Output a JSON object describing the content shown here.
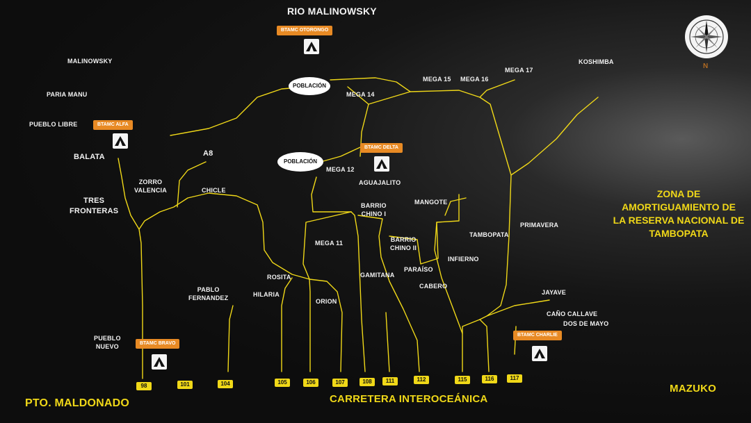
{
  "map": {
    "title": "RIO MALINOWSKY",
    "zone_lines": [
      "ZONA DE",
      "AMORTIGUAMIENTO DE",
      "LA RESERVA NACIONAL DE",
      "TAMBOPATA"
    ],
    "highway": "CARRETERA INTEROCEÁNICA",
    "city_left": "PTO. MALDONADO",
    "city_right": "MAZUKO",
    "north_label": "N",
    "colors": {
      "road": "#f0d818",
      "label_yellow": "#f0d818",
      "base_badge": "#e88a24",
      "background": "#0d0d0d"
    },
    "places": {
      "malinowsky": "MALINOWSKY",
      "paria_manu": "PARIA MANU",
      "pueblo_libre": "PUEBLO LIBRE",
      "balata": "BALATA",
      "zorro": "ZORRO",
      "valencia": "VALENCIA",
      "a8": "A8",
      "tres": "TRES",
      "fronteras": "FRONTERAS",
      "chicle": "CHICLE",
      "mega14": "MEGA 14",
      "mega15": "MEGA 15",
      "mega16": "MEGA 16",
      "mega17": "MEGA 17",
      "koshimba": "KOSHIMBA",
      "mega12": "MEGA 12",
      "aguajalito": "AGUAJALITO",
      "barrio": "BARRIO",
      "chino_i": "CHINO I",
      "mangote": "MANGOTE",
      "mega11": "MEGA 11",
      "barrio2": "BARRIO",
      "chino_ii": "CHINO II",
      "tambopata": "TAMBOPATA",
      "primavera": "PRIMAVERA",
      "infierno": "INFIERNO",
      "paraiso": "PARAÍSO",
      "gamitana": "GAMITANA",
      "cabero": "CABERO",
      "rosita": "ROSITA",
      "hilaria": "HILARIA",
      "orion": "ORION",
      "pablo": "PABLO",
      "fernandez": "FERNANDEZ",
      "jayave": "JAYAVE",
      "cano_callave": "CAÑO CALLAVE",
      "dos_de_mayo": "DOS DE MAYO",
      "pueblo": "PUEBLO",
      "nuevo": "NUEVO"
    },
    "poblacion_1": "POBLACIÓN",
    "poblacion_2": "POBLACIÓN",
    "bases": {
      "otorongo": "BTAMC OTORONGO",
      "alfa": "BTAMC ALFA",
      "delta": "BTAMC DELTA",
      "bravo": "BTAMC BRAVO",
      "charlie": "BTAMC CHARLIE"
    },
    "km_markers": [
      "98",
      "101",
      "104",
      "105",
      "106",
      "107",
      "108",
      "111",
      "112",
      "115",
      "116",
      "117"
    ]
  }
}
